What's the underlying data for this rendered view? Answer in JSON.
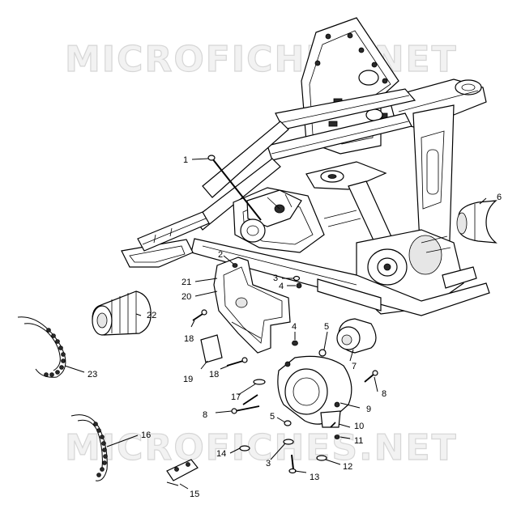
{
  "watermark": {
    "text_top": "MICROFICHES.NET",
    "text_bottom": "MICROFICHES.NET"
  },
  "callouts": [
    "1",
    "2",
    "3",
    "4",
    "5",
    "6",
    "7",
    "8",
    "9",
    "10",
    "11",
    "12",
    "13",
    "14",
    "15",
    "16",
    "17",
    "18",
    "19",
    "20",
    "21",
    "22",
    "23"
  ],
  "callout_instances": {
    "c1": "1",
    "c2": "2",
    "c3a": "3",
    "c4a": "4",
    "c6": "6",
    "c21": "21",
    "c20": "20",
    "c18a": "18",
    "c22": "22",
    "c4b": "4",
    "c5a": "5",
    "c7": "7",
    "c19": "19",
    "c18b": "18",
    "c8a": "8",
    "c17": "17",
    "c9": "9",
    "c8b": "8",
    "c5b": "5",
    "c10": "10",
    "c11": "11",
    "c14": "14",
    "c3b": "3",
    "c12": "12",
    "c13": "13",
    "c16": "16",
    "c15": "15",
    "c23": "23"
  }
}
